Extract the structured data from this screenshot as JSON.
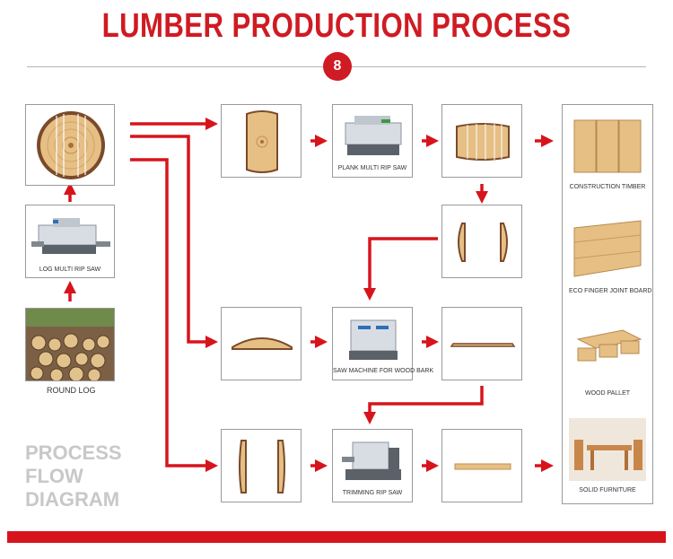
{
  "title": "LUMBER PRODUCTION PROCESS",
  "badge": "8",
  "side_note": [
    "PROCESS",
    "FLOW",
    "DIAGRAM"
  ],
  "labels": {
    "round_log": "ROUND LOG",
    "log_saw": "LOG MULTI RIP SAW",
    "plank_saw": "PLANK MULTI RIP SAW",
    "bark_saw": "SAW MACHINE FOR WOOD BARK",
    "trimming_saw": "TRIMMING RIP SAW",
    "construction": "CONSTRUCTION TIMBER",
    "finger_joint": "ECO FINGER JOINT BOARD",
    "pallet": "WOOD PALLET",
    "furniture": "SOLID FURNITURE"
  },
  "colors": {
    "accent": "#d7141c",
    "wood": "#e2b57a",
    "bark": "#7a4a2a",
    "machine": "#d8dde3"
  }
}
